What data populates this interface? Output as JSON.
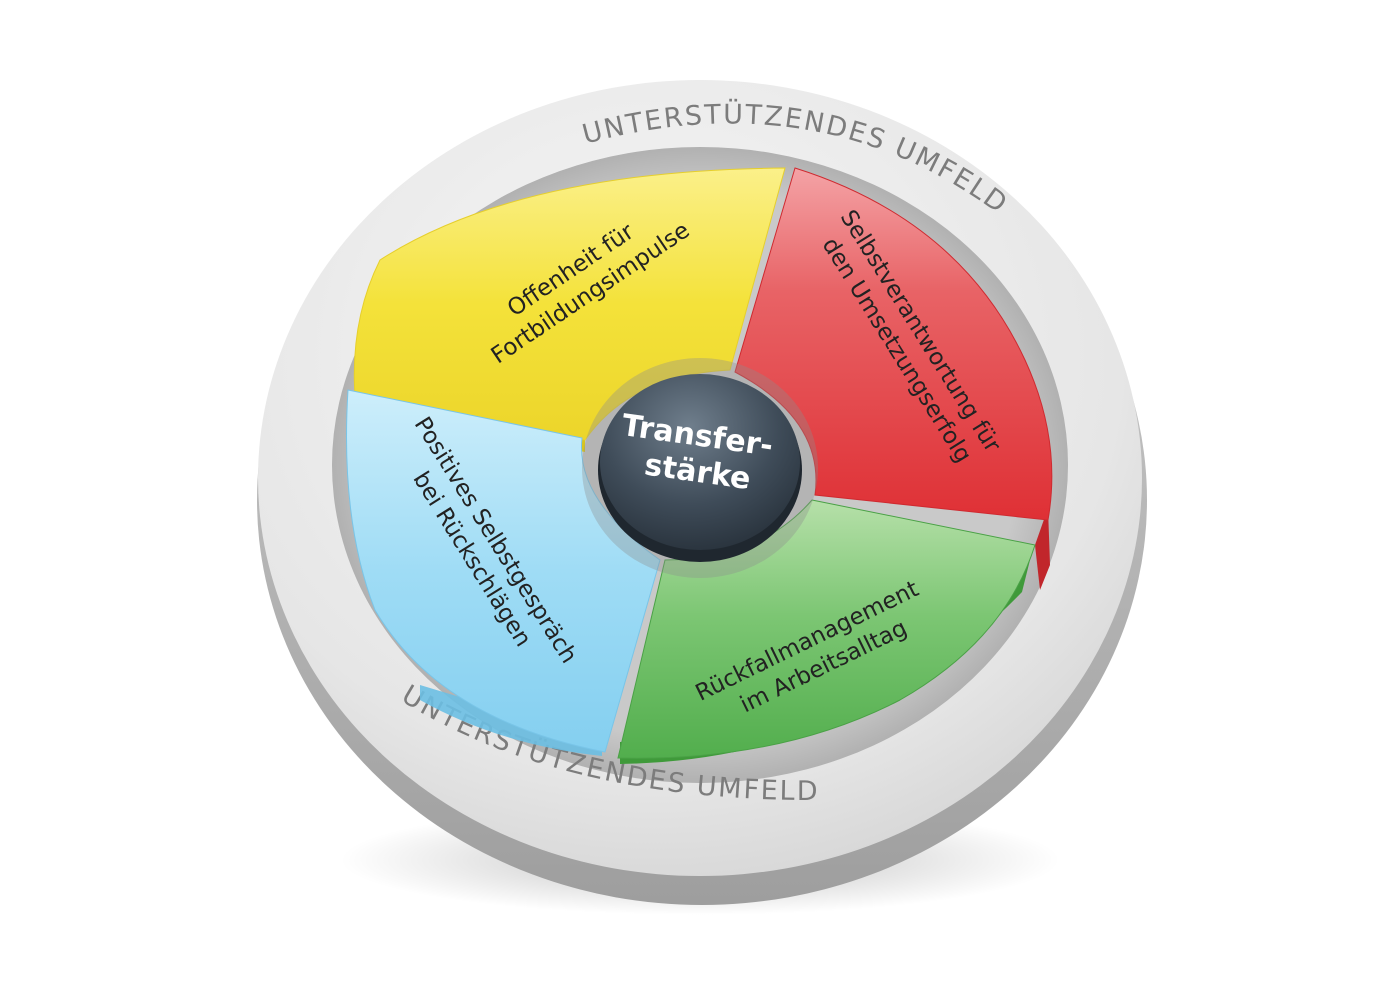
{
  "ring": {
    "label_top": "UNTERSTÜTZENDES UMFELD",
    "label_bottom": "UNTERSTÜTZENDES UMFELD"
  },
  "center": {
    "line1": "Transfer-",
    "line2": "stärke"
  },
  "segments": {
    "yellow": {
      "line1": "Offenheit für",
      "line2": "Fortbildungsimpulse",
      "color": "#f4e23a"
    },
    "red": {
      "line1": "Selbstverantwortung für",
      "line2": "den Umsetzungserfolg",
      "color": "#e43a3f"
    },
    "green": {
      "line1": "Rückfallmanagement",
      "line2": "im Arbeitsalltag",
      "color": "#5fb95a"
    },
    "blue": {
      "line1": "Positives Selbstgespräch",
      "line2": "bei Rückschlägen",
      "color": "#8ed4f2"
    }
  },
  "colors": {
    "ring": "#dcdcdc",
    "hub": "#3d4a57"
  }
}
